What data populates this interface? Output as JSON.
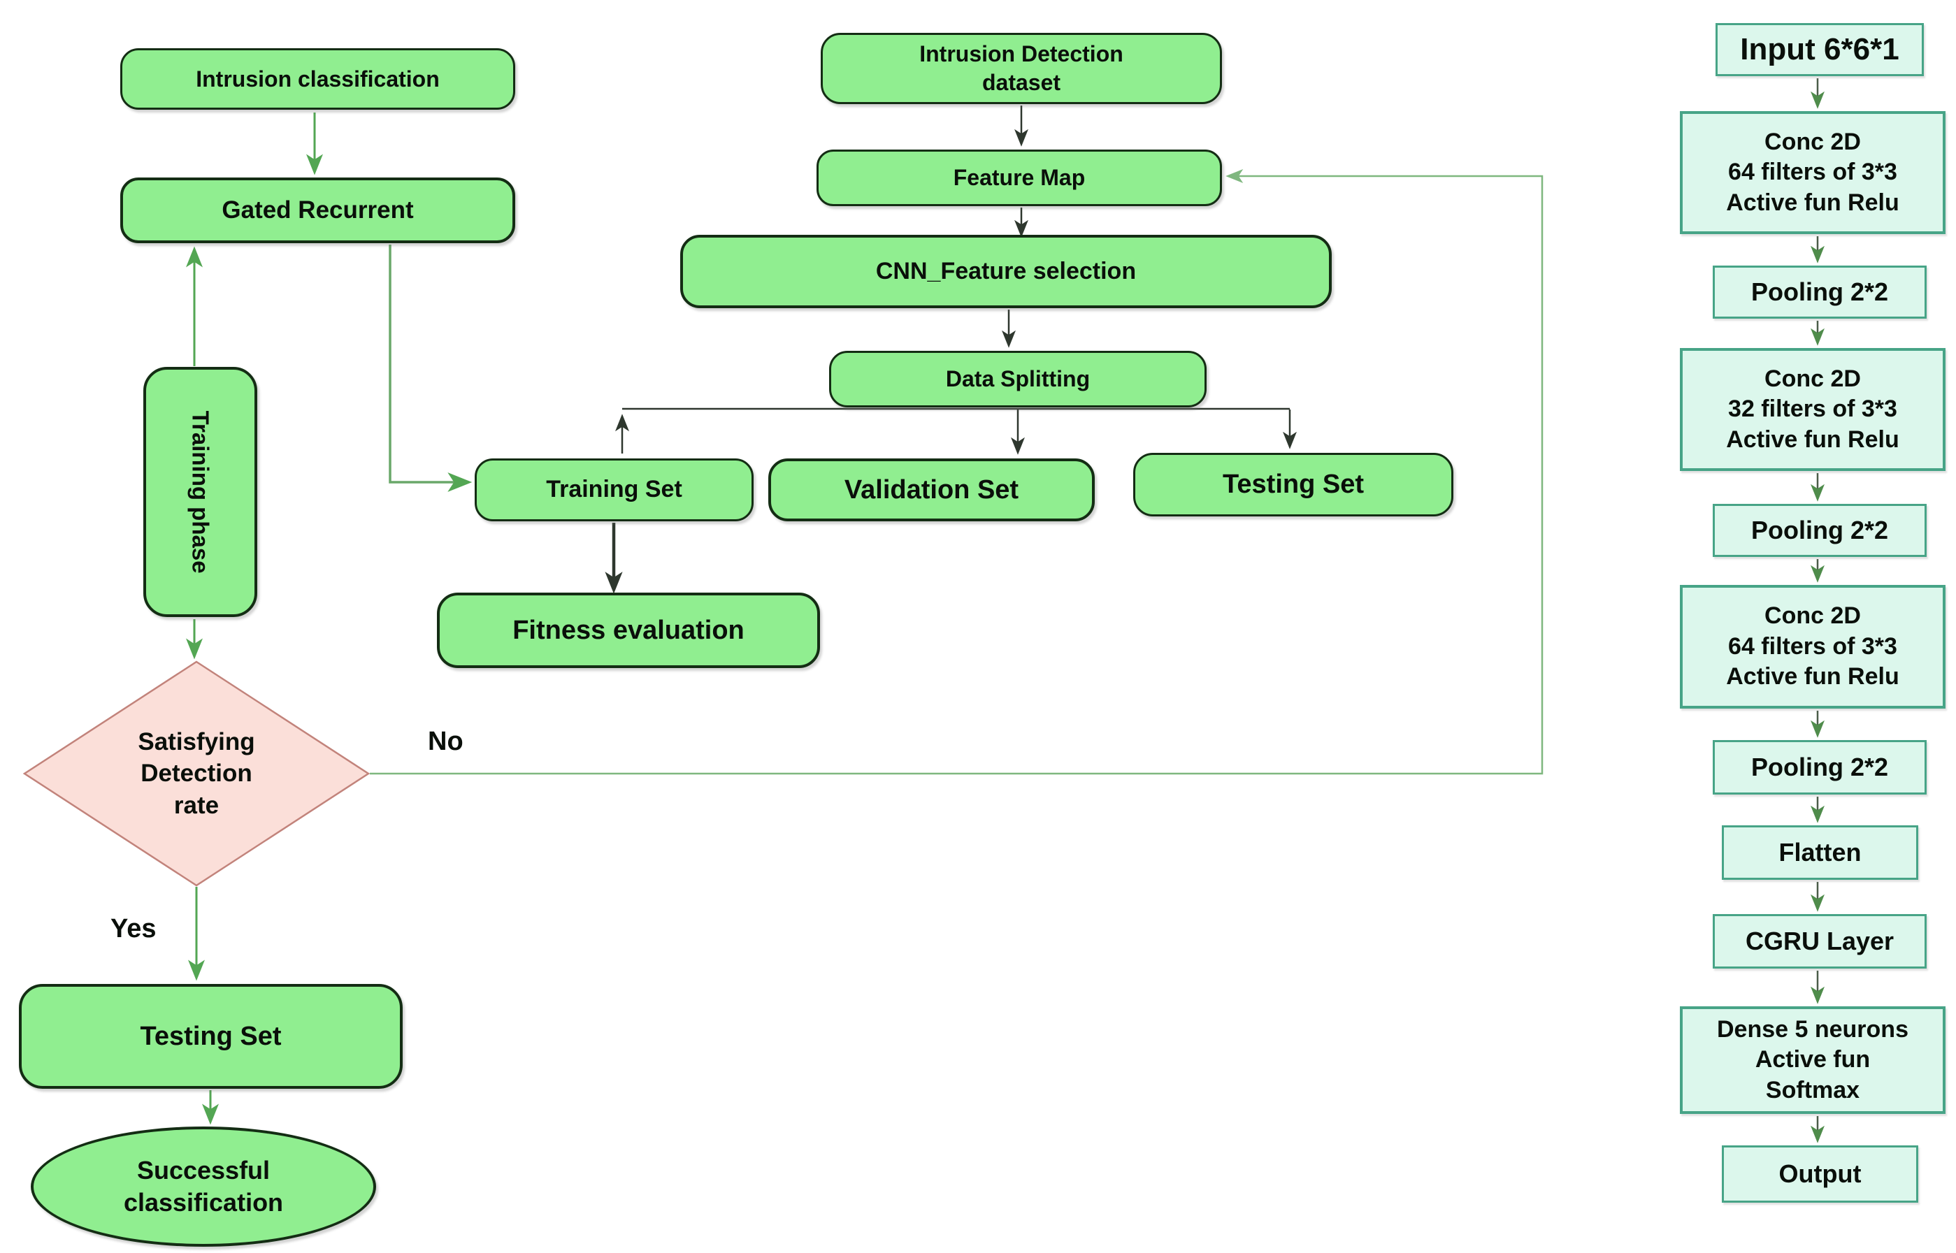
{
  "colors": {
    "node_green_fill": "#90ee90",
    "node_green_border": "#142d14",
    "mint_fill": "#dcf7ec",
    "mint_border": "#47a487",
    "diamond_fill": "#fbdfd9",
    "diamond_border": "#c2837b",
    "arrow_green": "#53a653",
    "arrow_loop_green": "#7fb77f",
    "arrow_dark": "#2e372e",
    "arrow_layer_head": "#4f8c4b"
  },
  "left_flow": {
    "intrusion_classification": "Intrusion classification",
    "gated_recurrent": "Gated Recurrent",
    "training_phase": "Training phase",
    "decision": "Satisfying\nDetection\nrate",
    "no_label": "No",
    "yes_label": "Yes",
    "testing_set": "Testing Set",
    "successful_classification": "Successful\nclassification"
  },
  "main_flow": {
    "dataset": "Intrusion Detection\ndataset",
    "feature_map": "Feature Map",
    "cnn_feature_selection": "CNN_Feature selection",
    "data_splitting": "Data Splitting",
    "training_set": "Training Set",
    "validation_set": "Validation Set",
    "testing_set": "Testing Set",
    "fitness_evaluation": "Fitness evaluation"
  },
  "cnn_stack": {
    "layers": [
      "Input 6*6*1",
      "Conc 2D\n64 filters of 3*3\nActive fun Relu",
      "Pooling 2*2",
      "Conc 2D\n32 filters of 3*3\nActive fun Relu",
      "Pooling 2*2",
      "Conc 2D\n64 filters of 3*3\nActive fun Relu",
      "Pooling 2*2",
      "Flatten",
      "CGRU Layer",
      "Dense 5 neurons\nActive fun\nSoftmax",
      "Output"
    ]
  }
}
